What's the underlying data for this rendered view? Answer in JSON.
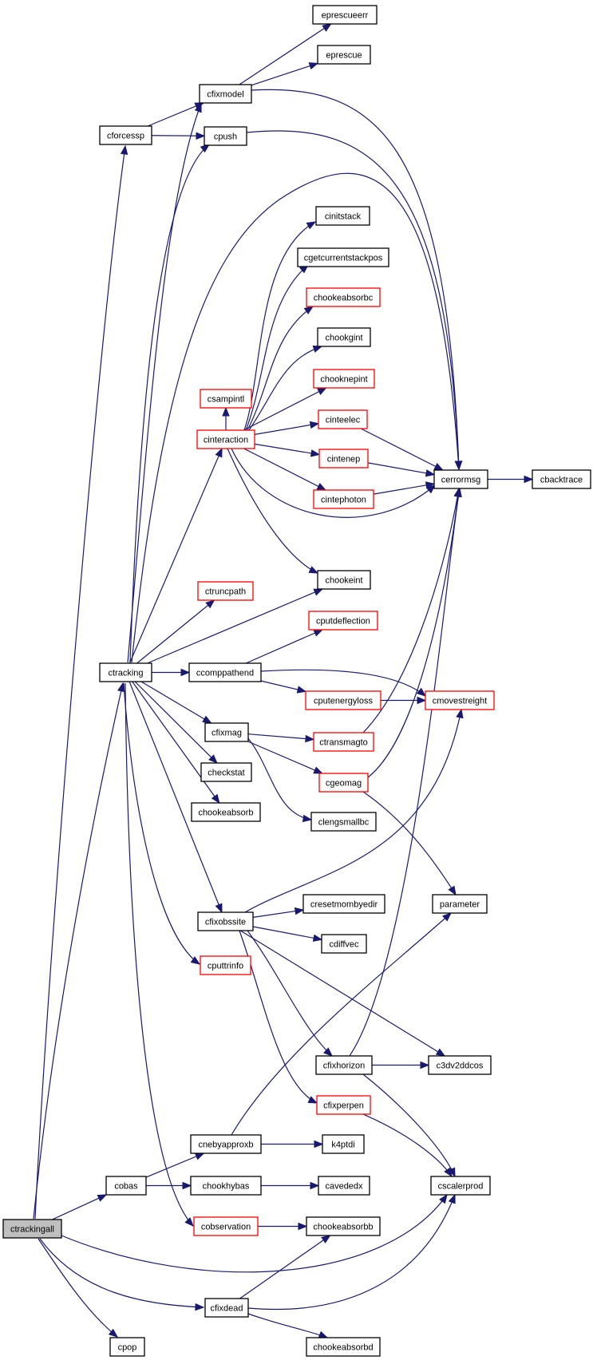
{
  "colors": {
    "edge": "#191970",
    "node_border_normal": "#000000",
    "node_border_truncated": "#ff0000",
    "node_fill_normal": "#ffffff",
    "node_fill_root": "#bfbfbf"
  },
  "nodes": [
    {
      "id": "ctrackingall",
      "label": "ctrackingall",
      "style": "root"
    },
    {
      "id": "cforcessp",
      "label": "cforcessp",
      "style": "normal"
    },
    {
      "id": "cfixmodel",
      "label": "cfixmodel",
      "style": "normal"
    },
    {
      "id": "eprescueerr",
      "label": "eprescueerr",
      "style": "normal"
    },
    {
      "id": "eprescue",
      "label": "eprescue",
      "style": "normal"
    },
    {
      "id": "cpush",
      "label": "cpush",
      "style": "normal"
    },
    {
      "id": "cerrormsg",
      "label": "cerrormsg",
      "style": "normal"
    },
    {
      "id": "cbacktrace",
      "label": "cbacktrace",
      "style": "normal"
    },
    {
      "id": "ctracking",
      "label": "ctracking",
      "style": "normal"
    },
    {
      "id": "cinitstack",
      "label": "cinitstack",
      "style": "normal"
    },
    {
      "id": "cgetcurrentstackpos",
      "label": "cgetcurrentstackpos",
      "style": "normal"
    },
    {
      "id": "chookeabsorbc",
      "label": "chookeabsorbc",
      "style": "truncated"
    },
    {
      "id": "chookgint",
      "label": "chookgint",
      "style": "normal"
    },
    {
      "id": "chooknepint",
      "label": "chooknepint",
      "style": "truncated"
    },
    {
      "id": "csampintl",
      "label": "csampintl",
      "style": "truncated"
    },
    {
      "id": "cinteraction",
      "label": "cinteraction",
      "style": "truncated"
    },
    {
      "id": "cinteelec",
      "label": "cinteelec",
      "style": "truncated"
    },
    {
      "id": "cintenep",
      "label": "cintenep",
      "style": "truncated"
    },
    {
      "id": "cintephoton",
      "label": "cintephoton",
      "style": "truncated"
    },
    {
      "id": "chookeint",
      "label": "chookeint",
      "style": "normal"
    },
    {
      "id": "ctruncpath",
      "label": "ctruncpath",
      "style": "truncated"
    },
    {
      "id": "cputdeflection",
      "label": "cputdeflection",
      "style": "truncated"
    },
    {
      "id": "ccomppathend",
      "label": "ccomppathend",
      "style": "normal"
    },
    {
      "id": "cputenergyloss",
      "label": "cputenergyloss",
      "style": "truncated"
    },
    {
      "id": "cmovestreight",
      "label": "cmovestreight",
      "style": "truncated"
    },
    {
      "id": "cfixmag",
      "label": "cfixmag",
      "style": "normal"
    },
    {
      "id": "ctransmagto",
      "label": "ctransmagto",
      "style": "truncated"
    },
    {
      "id": "checkstat",
      "label": "checkstat",
      "style": "normal"
    },
    {
      "id": "cgeomag",
      "label": "cgeomag",
      "style": "truncated"
    },
    {
      "id": "chookeabsorb",
      "label": "chookeabsorb",
      "style": "normal"
    },
    {
      "id": "clengsmallbc",
      "label": "clengsmallbc",
      "style": "normal"
    },
    {
      "id": "parameter",
      "label": "parameter",
      "style": "normal"
    },
    {
      "id": "cresetmombyedir",
      "label": "cresetmombyedir",
      "style": "normal"
    },
    {
      "id": "cfixobssite",
      "label": "cfixobssite",
      "style": "normal"
    },
    {
      "id": "cdiffvec",
      "label": "cdiffvec",
      "style": "normal"
    },
    {
      "id": "cputtrinfo",
      "label": "cputtrinfo",
      "style": "truncated"
    },
    {
      "id": "cfixhorizon",
      "label": "cfixhorizon",
      "style": "normal"
    },
    {
      "id": "c3dv2ddcos",
      "label": "c3dv2ddcos",
      "style": "normal"
    },
    {
      "id": "cfixperpen",
      "label": "cfixperpen",
      "style": "truncated"
    },
    {
      "id": "cnebyapproxb",
      "label": "cnebyapproxb",
      "style": "normal"
    },
    {
      "id": "k4ptdi",
      "label": "k4ptdi",
      "style": "normal"
    },
    {
      "id": "cobas",
      "label": "cobas",
      "style": "normal"
    },
    {
      "id": "chookhybas",
      "label": "chookhybas",
      "style": "normal"
    },
    {
      "id": "cavededx",
      "label": "cavededx",
      "style": "normal"
    },
    {
      "id": "cscalerprod",
      "label": "cscalerprod",
      "style": "normal"
    },
    {
      "id": "cobservation",
      "label": "cobservation",
      "style": "truncated"
    },
    {
      "id": "chookeabsorbb",
      "label": "chookeabsorbb",
      "style": "normal"
    },
    {
      "id": "cfixdead",
      "label": "cfixdead",
      "style": "normal"
    },
    {
      "id": "cpop",
      "label": "cpop",
      "style": "normal"
    },
    {
      "id": "chookeabsorbd",
      "label": "chookeabsorbd",
      "style": "normal"
    }
  ],
  "edges": [
    [
      "ctrackingall",
      "cforcessp"
    ],
    [
      "ctrackingall",
      "ctracking"
    ],
    [
      "ctrackingall",
      "cobas"
    ],
    [
      "ctrackingall",
      "cscalerprod"
    ],
    [
      "ctrackingall",
      "cfixdead"
    ],
    [
      "ctrackingall",
      "cpop"
    ],
    [
      "cforcessp",
      "cfixmodel"
    ],
    [
      "cforcessp",
      "cpush"
    ],
    [
      "cfixmodel",
      "eprescueerr"
    ],
    [
      "cfixmodel",
      "eprescue"
    ],
    [
      "cfixmodel",
      "cerrormsg"
    ],
    [
      "cpush",
      "cerrormsg"
    ],
    [
      "cerrormsg",
      "cbacktrace"
    ],
    [
      "ctracking",
      "cfixmodel"
    ],
    [
      "ctracking",
      "cpush"
    ],
    [
      "ctracking",
      "cerrormsg"
    ],
    [
      "ctracking",
      "cinteraction"
    ],
    [
      "ctracking",
      "ctruncpath"
    ],
    [
      "ctracking",
      "chookeint"
    ],
    [
      "ctracking",
      "ccomppathend"
    ],
    [
      "ctracking",
      "cfixmag"
    ],
    [
      "ctracking",
      "checkstat"
    ],
    [
      "ctracking",
      "chookeabsorb"
    ],
    [
      "ctracking",
      "cfixobssite"
    ],
    [
      "ctracking",
      "cputtrinfo"
    ],
    [
      "ctracking",
      "cobservation"
    ],
    [
      "cinteraction",
      "cinitstack"
    ],
    [
      "cinteraction",
      "cgetcurrentstackpos"
    ],
    [
      "cinteraction",
      "chookeabsorbc"
    ],
    [
      "cinteraction",
      "chookgint"
    ],
    [
      "cinteraction",
      "chooknepint"
    ],
    [
      "cinteraction",
      "csampintl"
    ],
    [
      "cinteraction",
      "cinteelec"
    ],
    [
      "cinteraction",
      "cintenep"
    ],
    [
      "cinteraction",
      "cintephoton"
    ],
    [
      "cinteraction",
      "cerrormsg"
    ],
    [
      "cinteraction",
      "chookeint"
    ],
    [
      "cinteelec",
      "cerrormsg"
    ],
    [
      "cintenep",
      "cerrormsg"
    ],
    [
      "cintephoton",
      "cerrormsg"
    ],
    [
      "ccomppathend",
      "cputdeflection"
    ],
    [
      "ccomppathend",
      "cputenergyloss"
    ],
    [
      "ccomppathend",
      "cmovestreight"
    ],
    [
      "cputenergyloss",
      "cmovestreight"
    ],
    [
      "cfixmag",
      "ctransmagto"
    ],
    [
      "cfixmag",
      "cgeomag"
    ],
    [
      "cfixmag",
      "clengsmallbc"
    ],
    [
      "ctransmagto",
      "cerrormsg"
    ],
    [
      "cgeomag",
      "cerrormsg"
    ],
    [
      "cgeomag",
      "parameter"
    ],
    [
      "cfixobssite",
      "cmovestreight"
    ],
    [
      "cfixobssite",
      "cresetmombyedir"
    ],
    [
      "cfixobssite",
      "cdiffvec"
    ],
    [
      "cfixobssite",
      "c3dv2ddcos"
    ],
    [
      "cfixobssite",
      "cfixhorizon"
    ],
    [
      "cfixobssite",
      "cfixperpen"
    ],
    [
      "cfixhorizon",
      "cerrormsg"
    ],
    [
      "cfixhorizon",
      "c3dv2ddcos"
    ],
    [
      "cfixhorizon",
      "cscalerprod"
    ],
    [
      "cfixperpen",
      "cscalerprod"
    ],
    [
      "cobas",
      "cnebyapproxb"
    ],
    [
      "cobas",
      "chookhybas"
    ],
    [
      "cnebyapproxb",
      "parameter"
    ],
    [
      "cnebyapproxb",
      "k4ptdi"
    ],
    [
      "chookhybas",
      "cavededx"
    ],
    [
      "cobservation",
      "chookeabsorbb"
    ],
    [
      "cfixdead",
      "chookeabsorbb"
    ],
    [
      "cfixdead",
      "cscalerprod"
    ],
    [
      "cfixdead",
      "chookeabsorbd"
    ]
  ]
}
